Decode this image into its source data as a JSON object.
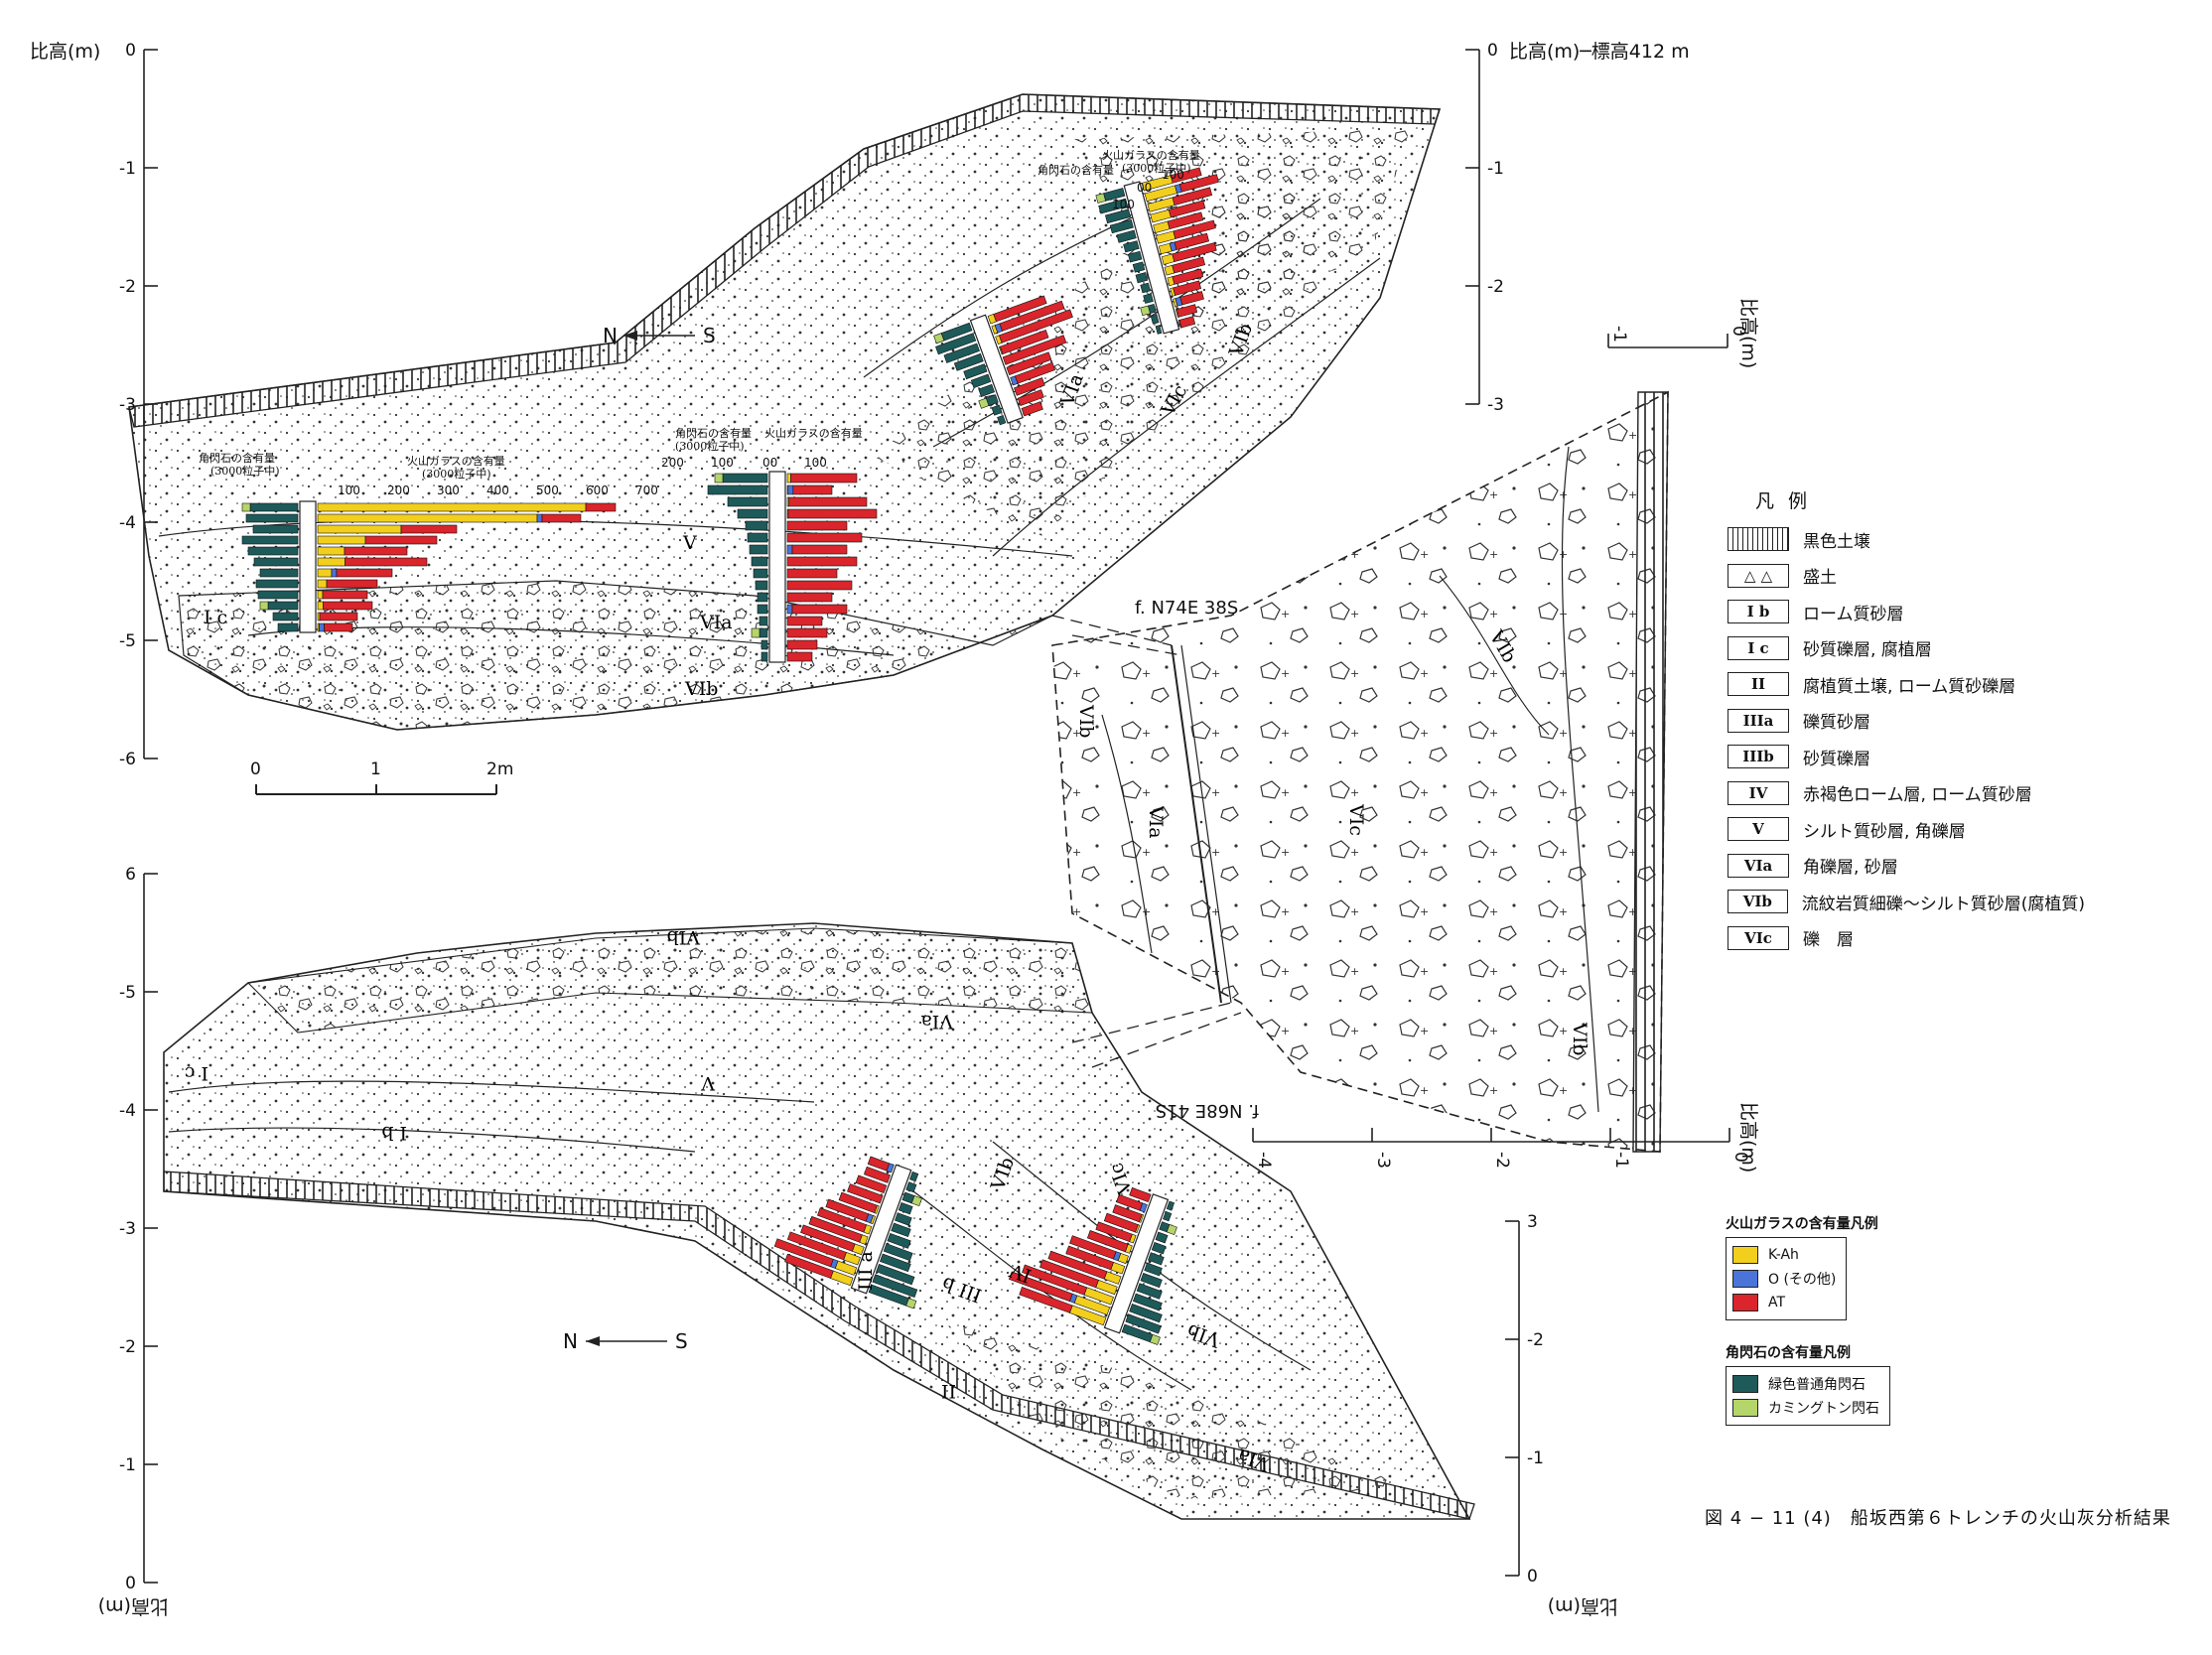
{
  "axes": {
    "ylabel": "比高(m)",
    "ylabel_alt": "比高(m)─標高412 m",
    "left_top_ticks": [
      "0",
      "-1",
      "-2",
      "-3",
      "-4",
      "-5",
      "-6"
    ],
    "right_top_ticks": [
      "0",
      "-1",
      "-2",
      "-3"
    ],
    "bottom_left_ticks": [
      "6",
      "-5",
      "-4",
      "-3",
      "-2",
      "-1",
      "0"
    ],
    "bottom_right_ticks": [
      "3",
      "-2",
      "-1",
      "0"
    ],
    "right_scale_ticks": [
      "-4",
      "-3",
      "-2",
      "-1",
      "0"
    ],
    "rot_scale_ticks": [
      "-1",
      "0"
    ]
  },
  "scale_bar": {
    "labels": [
      "0",
      "1",
      "2m"
    ]
  },
  "direction": {
    "top": {
      "n": "N",
      "s": "S"
    },
    "bottom": {
      "n": "N",
      "s": "S"
    }
  },
  "faults": {
    "upper": "f. N74E 38S",
    "lower": "f. N68E 41S"
  },
  "column_headers": {
    "hornblende": "角閃石の含有量",
    "glass": "火山ガラスの含有量",
    "grains": "(3000粒子中)",
    "ticks_a": [
      "200",
      "100",
      "00",
      "100"
    ],
    "ticks_b": [
      "100",
      "200",
      "300",
      "400",
      "500",
      "600",
      "700"
    ],
    "ticks_c": [
      "100",
      "00",
      "100"
    ]
  },
  "layers_in_figure": {
    "Ic": "I c",
    "Ib": "I b",
    "II": "II",
    "IIIa": "III a",
    "IIIb": "III b",
    "IV": "IV",
    "V": "V",
    "VIa": "VIa",
    "VIb": "VIb",
    "VIc": "VIc"
  },
  "legend": {
    "title": "凡 例",
    "items": [
      {
        "sym": "",
        "label": "黒色土壌",
        "style": "black"
      },
      {
        "sym": "△ △",
        "label": "盛土",
        "style": "plain"
      },
      {
        "sym": "I b",
        "label": "ローム質砂層",
        "style": "plain"
      },
      {
        "sym": "I c",
        "label": "砂質礫層, 腐植層",
        "style": "plain"
      },
      {
        "sym": "II",
        "label": "腐植質土壌, ローム質砂礫層",
        "style": "plain"
      },
      {
        "sym": "IIIa",
        "label": "礫質砂層",
        "style": "plain"
      },
      {
        "sym": "IIIb",
        "label": "砂質礫層",
        "style": "plain"
      },
      {
        "sym": "IV",
        "label": "赤褐色ローム層, ローム質砂層",
        "style": "plain"
      },
      {
        "sym": "V",
        "label": "シルト質砂層, 角礫層",
        "style": "plain"
      },
      {
        "sym": "VIa",
        "label": "角礫層, 砂層",
        "style": "plain"
      },
      {
        "sym": "VIb",
        "label": "流紋岩質細礫〜シルト質砂層(腐植質)",
        "style": "plain"
      },
      {
        "sym": "VIc",
        "label": "礫　層",
        "style": "plain"
      }
    ]
  },
  "glass_legend": {
    "title": "火山ガラスの含有量凡例",
    "items": [
      {
        "label": "K-Ah",
        "color": "#f2cf1d"
      },
      {
        "label": "O (その他)",
        "color": "#4a74d8"
      },
      {
        "label": "AT",
        "color": "#d9252b"
      }
    ]
  },
  "hornblende_legend": {
    "title": "角閃石の含有量凡例",
    "items": [
      {
        "label": "緑色普通角閃石",
        "color": "#1e5a5a"
      },
      {
        "label": "カミングトン閃石",
        "color": "#b5d56a"
      }
    ]
  },
  "caption": "図 4 − 11 (4)　船坂西第６トレンチの火山灰分析結果",
  "colors": {
    "kah": "#f2cf1d",
    "other": "#4a74d8",
    "at": "#d9252b",
    "hb": "#1e5a5a",
    "cum": "#b5d56a",
    "line": "#222222"
  }
}
